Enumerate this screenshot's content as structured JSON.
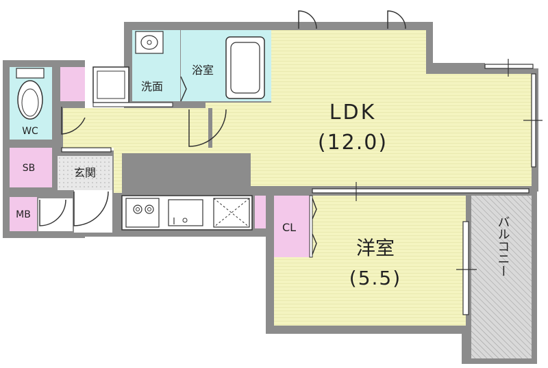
{
  "rooms": {
    "ldk_name": "LDK",
    "ldk_size": "(12.0)",
    "western_name": "洋室",
    "western_size": "(5.5)",
    "bath": "浴室",
    "wash": "洗面",
    "wc": "WC",
    "sb": "SB",
    "entrance": "玄関",
    "mb": "MB",
    "cl": "CL",
    "balcony": "バルコニー"
  },
  "colors": {
    "wall": "#8c8c8c",
    "ldk": "#f4f4c0",
    "western": "#f4f4c0",
    "wet": "#c9f1f1",
    "storage": "#f3c8ea",
    "balcony": "#d9d9d9"
  }
}
